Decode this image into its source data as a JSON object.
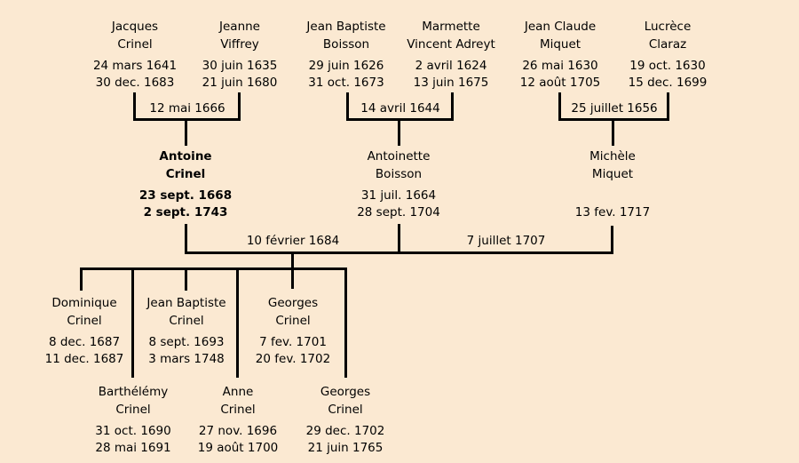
{
  "colors": {
    "background": "#fbe9d2",
    "line": "#000000",
    "text": "#000000"
  },
  "persons": {
    "jacques_crinel": {
      "first_name": "Jacques",
      "last_name": "Crinel",
      "birth_date": "24 mars 1641",
      "death_date": "30 dec. 1683"
    },
    "jeanne_viffrey": {
      "first_name": "Jeanne",
      "last_name": "Viffrey",
      "birth_date": "30 juin 1635",
      "death_date": "21 juin 1680"
    },
    "jean_baptiste_boisson": {
      "first_name": "Jean Baptiste",
      "last_name": "Boisson",
      "birth_date": "29 juin 1626",
      "death_date": "31 oct. 1673"
    },
    "marmette_vincent_adreyt": {
      "first_name": "Marmette",
      "last_name": "Vincent Adreyt",
      "birth_date": "2 avril 1624",
      "death_date": "13 juin 1675"
    },
    "jean_claude_miquet": {
      "first_name": "Jean Claude",
      "last_name": "Miquet",
      "birth_date": "26 mai 1630",
      "death_date": "12 août 1705"
    },
    "lucrece_claraz": {
      "first_name": "Lucrèce",
      "last_name": "Claraz",
      "birth_date": "19 oct. 1630",
      "death_date": "15 dec. 1699"
    },
    "antoine_crinel": {
      "first_name": "Antoine",
      "last_name": "Crinel",
      "birth_date": "23 sept. 1668",
      "death_date": "2 sept. 1743"
    },
    "antoinette_boisson": {
      "first_name": "Antoinette",
      "last_name": "Boisson",
      "birth_date": "31 juil. 1664",
      "death_date": "28 sept. 1704"
    },
    "michele_miquet": {
      "first_name": "Michèle",
      "last_name": "Miquet",
      "birth_date": "",
      "death_date": "13 fev. 1717"
    },
    "dominique_crinel": {
      "first_name": "Dominique",
      "last_name": "Crinel",
      "birth_date": "8 dec. 1687",
      "death_date": "11 dec. 1687"
    },
    "jean_baptiste_crinel": {
      "first_name": "Jean Baptiste",
      "last_name": "Crinel",
      "birth_date": "8 sept. 1693",
      "death_date": "3 mars 1748"
    },
    "georges_crinel_1701": {
      "first_name": "Georges",
      "last_name": "Crinel",
      "birth_date": "7 fev. 1701",
      "death_date": "20 fev. 1702"
    },
    "barthelemy_crinel": {
      "first_name": "Barthélémy",
      "last_name": "Crinel",
      "birth_date": "31 oct. 1690",
      "death_date": "28 mai 1691"
    },
    "anne_crinel": {
      "first_name": "Anne",
      "last_name": "Crinel",
      "birth_date": "27 nov. 1696",
      "death_date": "19 août 1700"
    },
    "georges_crinel_1702": {
      "first_name": "Georges",
      "last_name": "Crinel",
      "birth_date": "29 dec. 1702",
      "death_date": "21 juin 1765"
    }
  },
  "marriages": {
    "crinel_viffrey": "12 mai 1666",
    "boisson_adreyt": "14 avril 1644",
    "miquet_claraz": "25 juillet 1656",
    "antoine_antoinette": "10 février 1684",
    "antoine_michele": "7 juillet 1707"
  }
}
